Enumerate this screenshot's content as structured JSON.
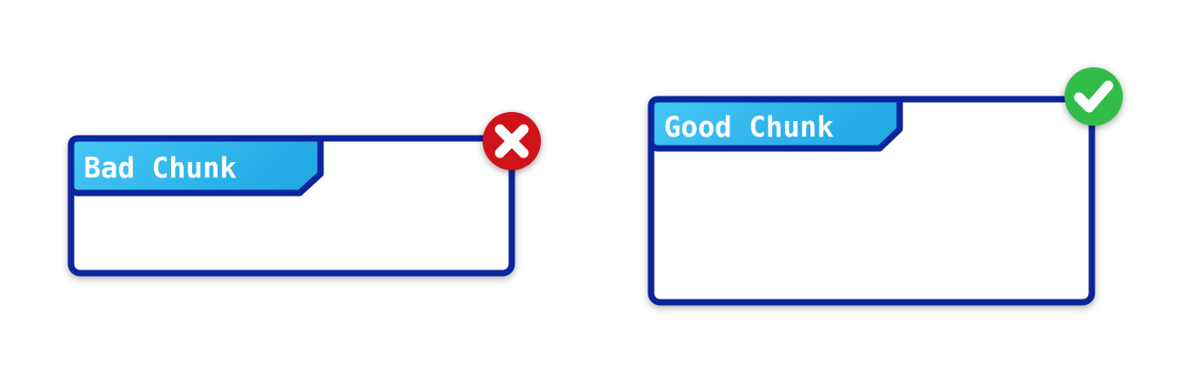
{
  "theme": {
    "background": "#ffffff",
    "border_color": "#0b259c",
    "tab_gradient": [
      "#46c8f7",
      "#23a9e4"
    ],
    "label_text_color": "#ffffff",
    "error_color": "#d0121b",
    "success_color": "#31bd48",
    "icon_color": "#ffffff"
  },
  "cards": [
    {
      "id": "bad",
      "label": "Bad Chunk",
      "status": "error",
      "badge_icon": "x-icon"
    },
    {
      "id": "good",
      "label": "Good Chunk",
      "status": "success",
      "badge_icon": "check-icon"
    }
  ]
}
